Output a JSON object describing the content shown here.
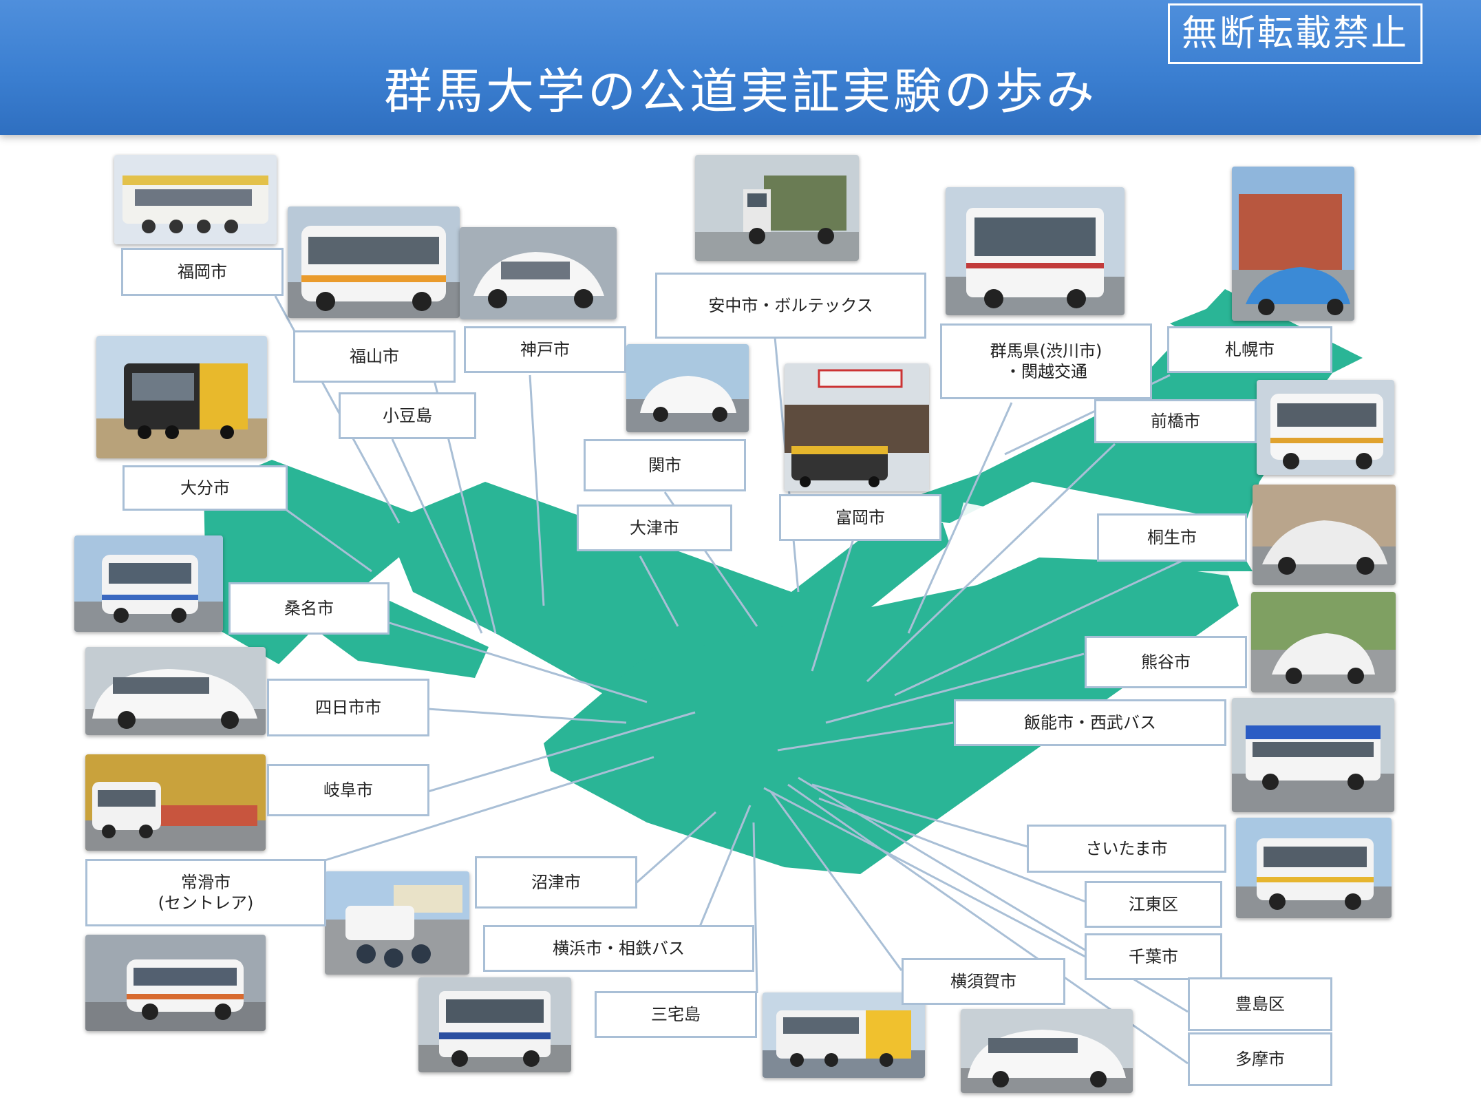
{
  "header": {
    "title": "群馬大学の公道実証実験の歩み",
    "stamp": "無断転載禁止"
  },
  "colors": {
    "header_blue": "#3b7fd1",
    "map_green": "#2ab596",
    "line_blue": "#a9bfd6"
  },
  "locations": [
    {
      "key": "fukuoka",
      "label": "福岡市"
    },
    {
      "key": "fukuyama",
      "label": "福山市"
    },
    {
      "key": "kobe",
      "label": "神戸市"
    },
    {
      "key": "annaka",
      "label": "安中市・ボルテックス"
    },
    {
      "key": "gunma",
      "label": "群馬県(渋川市)\n・関越交通"
    },
    {
      "key": "sapporo",
      "label": "札幌市"
    },
    {
      "key": "shodoshima",
      "label": "小豆島"
    },
    {
      "key": "seki",
      "label": "関市"
    },
    {
      "key": "maebashi",
      "label": "前橋市"
    },
    {
      "key": "oita",
      "label": "大分市"
    },
    {
      "key": "tomioka",
      "label": "富岡市"
    },
    {
      "key": "otsu",
      "label": "大津市"
    },
    {
      "key": "kiryu",
      "label": "桐生市"
    },
    {
      "key": "kuwana",
      "label": "桑名市"
    },
    {
      "key": "kumagaya",
      "label": "熊谷市"
    },
    {
      "key": "yokkaichi",
      "label": "四日市市"
    },
    {
      "key": "hanno",
      "label": "飯能市・西武バス"
    },
    {
      "key": "gifu",
      "label": "岐阜市"
    },
    {
      "key": "saitama",
      "label": "さいたま市"
    },
    {
      "key": "tokoname",
      "label": "常滑市\n(セントレア)"
    },
    {
      "key": "numazu",
      "label": "沼津市"
    },
    {
      "key": "koto",
      "label": "江東区"
    },
    {
      "key": "yokohama",
      "label": "横浜市・相鉄バス"
    },
    {
      "key": "chiba",
      "label": "千葉市"
    },
    {
      "key": "yokosuka",
      "label": "横須賀市"
    },
    {
      "key": "miyakejima",
      "label": "三宅島"
    },
    {
      "key": "toshima",
      "label": "豊島区"
    },
    {
      "key": "tama",
      "label": "多摩市"
    }
  ]
}
